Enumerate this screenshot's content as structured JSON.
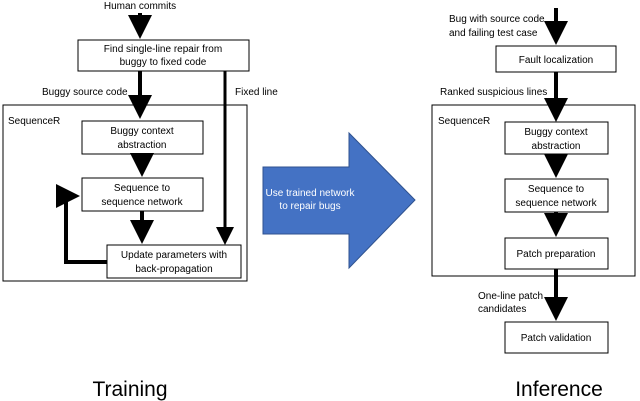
{
  "training": {
    "caption": "Training",
    "input_label": "Human commits",
    "find_repair": [
      "Find single-line repair from",
      "buggy to fixed code"
    ],
    "buggy_source": "Buggy source code",
    "fixed_line": "Fixed line",
    "frame_label": "SequenceR",
    "context_box": [
      "Buggy context",
      "abstraction"
    ],
    "seq_box": [
      "Sequence to",
      "sequence network"
    ],
    "update_box": [
      "Update parameters with",
      "back-propagation"
    ]
  },
  "middle": {
    "arrow_text": [
      "Use trained network",
      "to repair bugs"
    ],
    "arrow_color": "#4472c4"
  },
  "inference": {
    "caption": "Inference",
    "input_label": [
      "Bug with source code",
      "and failing test case"
    ],
    "fault_box": "Fault localization",
    "ranked": "Ranked suspicious lines",
    "frame_label": "SequenceR",
    "context_box": [
      "Buggy context",
      "abstraction"
    ],
    "seq_box": [
      "Sequence to",
      "sequence network"
    ],
    "patch_prep": "Patch preparation",
    "candidates": [
      "One-line patch",
      "candidates"
    ],
    "validation": "Patch validation"
  }
}
